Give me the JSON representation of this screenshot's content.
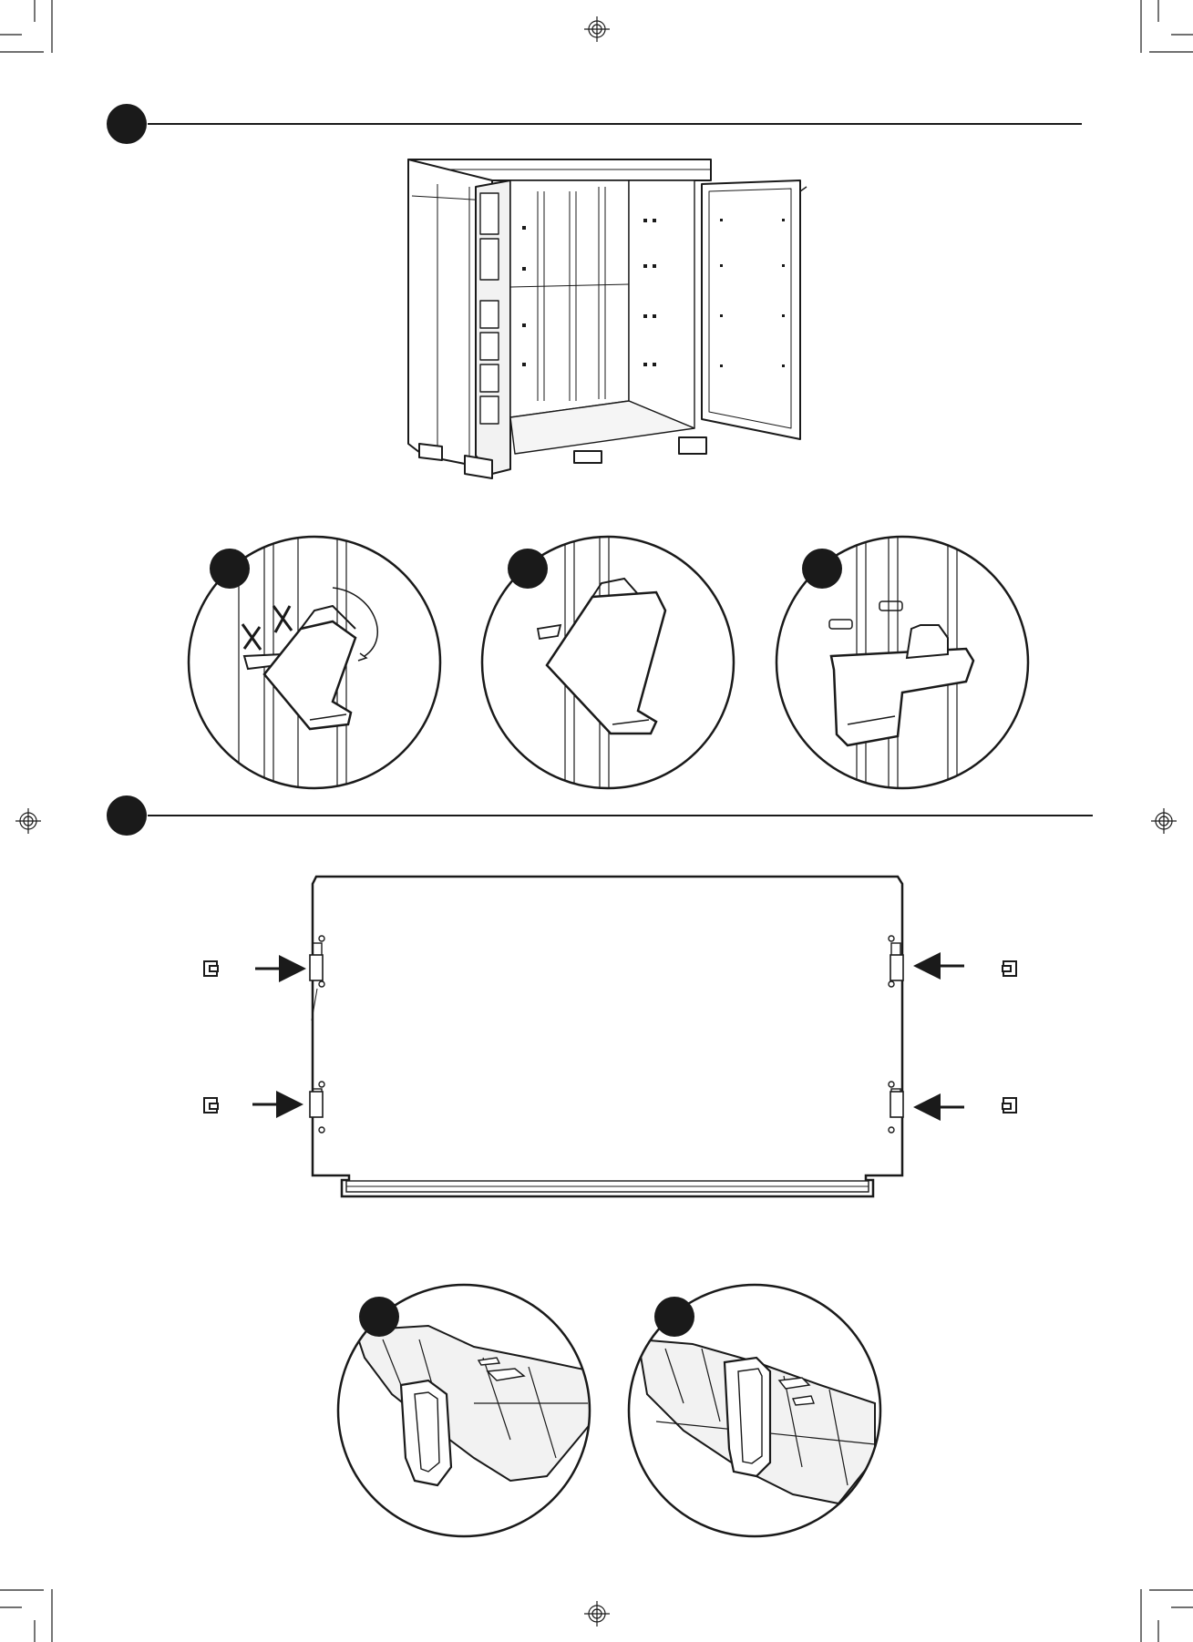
{
  "page": {
    "background": "#ffffff",
    "ink": "#1a1a1a",
    "fill_gray": "#e6e6e6"
  },
  "sections": [
    {
      "name": "step-1",
      "step_marker": "",
      "figure": "cabinet-with-open-doors",
      "detail_callouts": [
        {
          "name": "detail-a",
          "marker": "",
          "content": "shelf-bracket-rotating-wrong-way-crossed-out"
        },
        {
          "name": "detail-b",
          "marker": "",
          "content": "shelf-bracket-inserted"
        },
        {
          "name": "detail-c",
          "marker": "",
          "content": "shelf-bracket-locked-horizontal"
        }
      ]
    },
    {
      "name": "step-2",
      "step_marker": "",
      "figure": "shelf-panel-with-four-clips",
      "clip_icons": [
        "left-upper-clip-icon",
        "left-lower-clip-icon",
        "right-upper-clip-icon",
        "right-lower-clip-icon"
      ],
      "detail_callouts": [
        {
          "name": "detail-d",
          "marker": "",
          "content": "clip-before-insertion"
        },
        {
          "name": "detail-e",
          "marker": "",
          "content": "clip-inserted"
        }
      ]
    }
  ],
  "printer_marks": {
    "registration_marks": 4,
    "crop_marks": 4
  }
}
